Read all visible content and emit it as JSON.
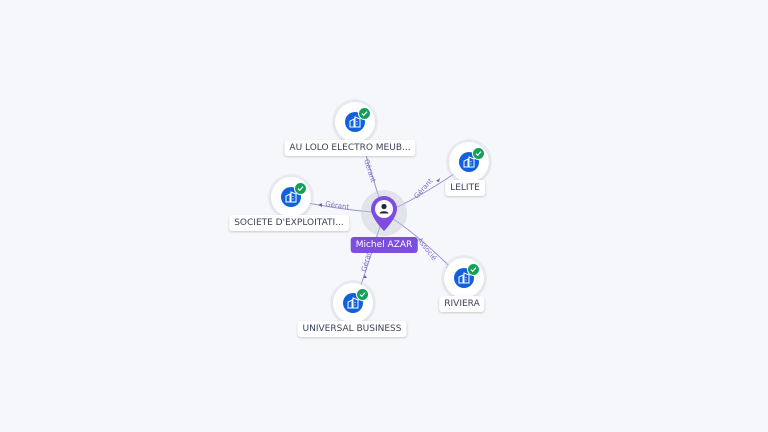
{
  "center": {
    "name": "Michel AZAR",
    "icon": "person-icon"
  },
  "companies": [
    {
      "id": "aulolo",
      "name": "AU LOLO ELECTRO MEUB...",
      "relation": "Gérant",
      "icon": "building-icon",
      "status": "verified-check-icon"
    },
    {
      "id": "lelite",
      "name": "LELITE",
      "relation": "Gérant",
      "icon": "building-icon",
      "status": "verified-check-icon"
    },
    {
      "id": "societe",
      "name": "SOCIETE D'EXPLOITATI...",
      "relation": "Gérant",
      "icon": "building-icon",
      "status": "verified-check-icon"
    },
    {
      "id": "riviera",
      "name": "RIVIERA",
      "relation": "Associé",
      "icon": "building-icon",
      "status": "verified-check-icon"
    },
    {
      "id": "universal",
      "name": "UNIVERSAL BUSINESS",
      "relation": "Gérant",
      "icon": "building-icon",
      "status": "verified-check-icon"
    }
  ],
  "colors": {
    "edge": "#9a93cf",
    "company": "#1260dd",
    "check": "#13a05a",
    "person": "#7c4dde"
  }
}
